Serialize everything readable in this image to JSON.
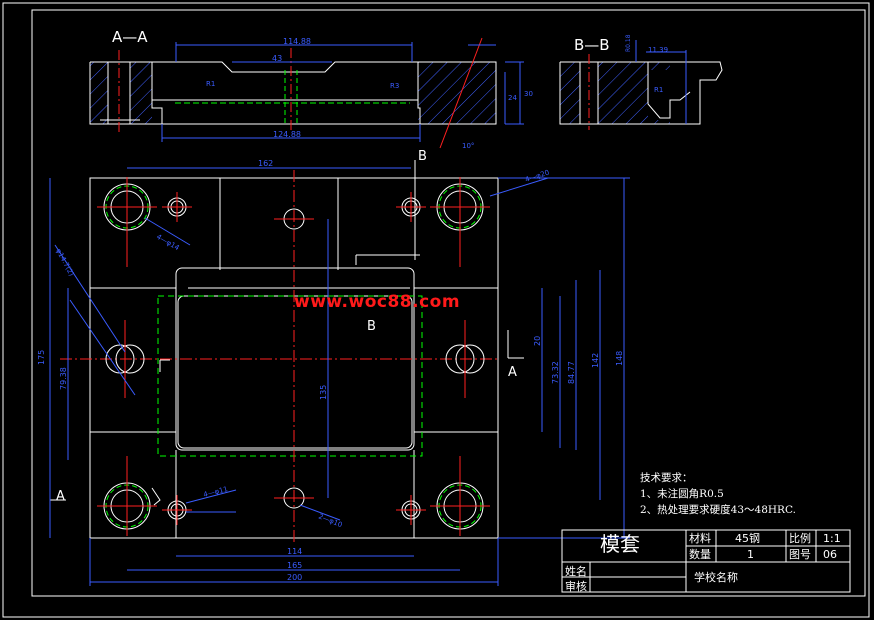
{
  "views": {
    "aa_label": "A—A",
    "bb_label": "B—B",
    "section_a": "A",
    "section_b": "B"
  },
  "watermark": "www.woc88.com",
  "dimensions": {
    "aa_top_width": "114.88",
    "aa_slot": "43",
    "aa_bottom_width": "124.88",
    "aa_height_24": "24",
    "aa_height_30": "30",
    "aa_angle": "10°",
    "aa_r": "R1",
    "aa_r2": "R3",
    "bb_a": "R0.18",
    "bb_b": "11.39",
    "bb_c": "R1",
    "plan_162": "162",
    "plan_175": "175",
    "plan_79": "79.38",
    "plan_135": "135",
    "plan_20": "20",
    "plan_73": "73.32",
    "plan_84": "84.77",
    "plan_142": "142",
    "plan_148": "148",
    "plan_114": "114",
    "plan_165": "165",
    "plan_200": "200",
    "hole_20": "4—φ20",
    "hole_14": "4—φ14",
    "hole_11": "4—φ11",
    "hole_10": "2—φ10",
    "hole_ang": "φ14.7(2)"
  },
  "notes": {
    "title": "技术要求：",
    "line1": "1、未注圆角R0.5",
    "line2": "2、热处理要求硬度43～48HRC."
  },
  "title_block": {
    "part_name": "模套",
    "material_label": "材料",
    "material_value": "45钢",
    "scale_label": "比例",
    "scale_value": "1:1",
    "qty_label": "数量",
    "qty_value": "1",
    "drawing_no_label": "图号",
    "drawing_no_value": "06",
    "name_label": "姓名",
    "review_label": "审核",
    "school": "学校名称"
  },
  "colors": {
    "background": "#000000",
    "outline": "#ffffff",
    "centerline": "#ff2020",
    "hidden": "#00ff00",
    "dimension": "#3a5cff",
    "hatch": "#4060ff",
    "watermark": "#ff1a1a"
  }
}
